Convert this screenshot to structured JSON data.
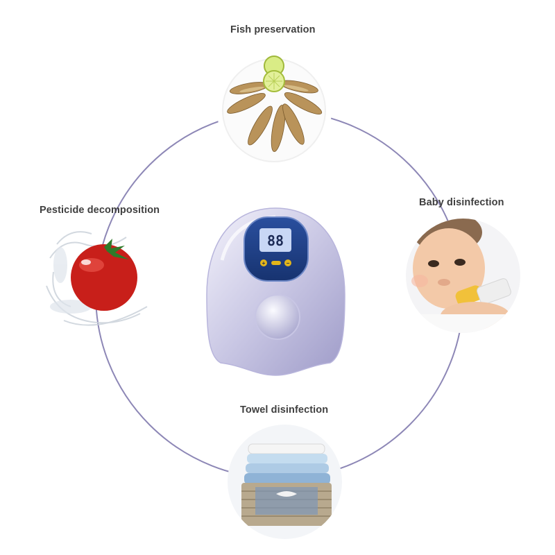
{
  "labels": {
    "fish": "Fish preservation",
    "baby": "Baby disinfection",
    "pesticide": "Pesticide decomposition",
    "towel": "Towel disinfection"
  },
  "device": {
    "display_value": "88"
  },
  "colors": {
    "ring": "#8d87b6",
    "caption": "#3f3f3f",
    "panel": "#1d3f86",
    "display": "#c8d7f5",
    "button": "#e3b51a"
  }
}
